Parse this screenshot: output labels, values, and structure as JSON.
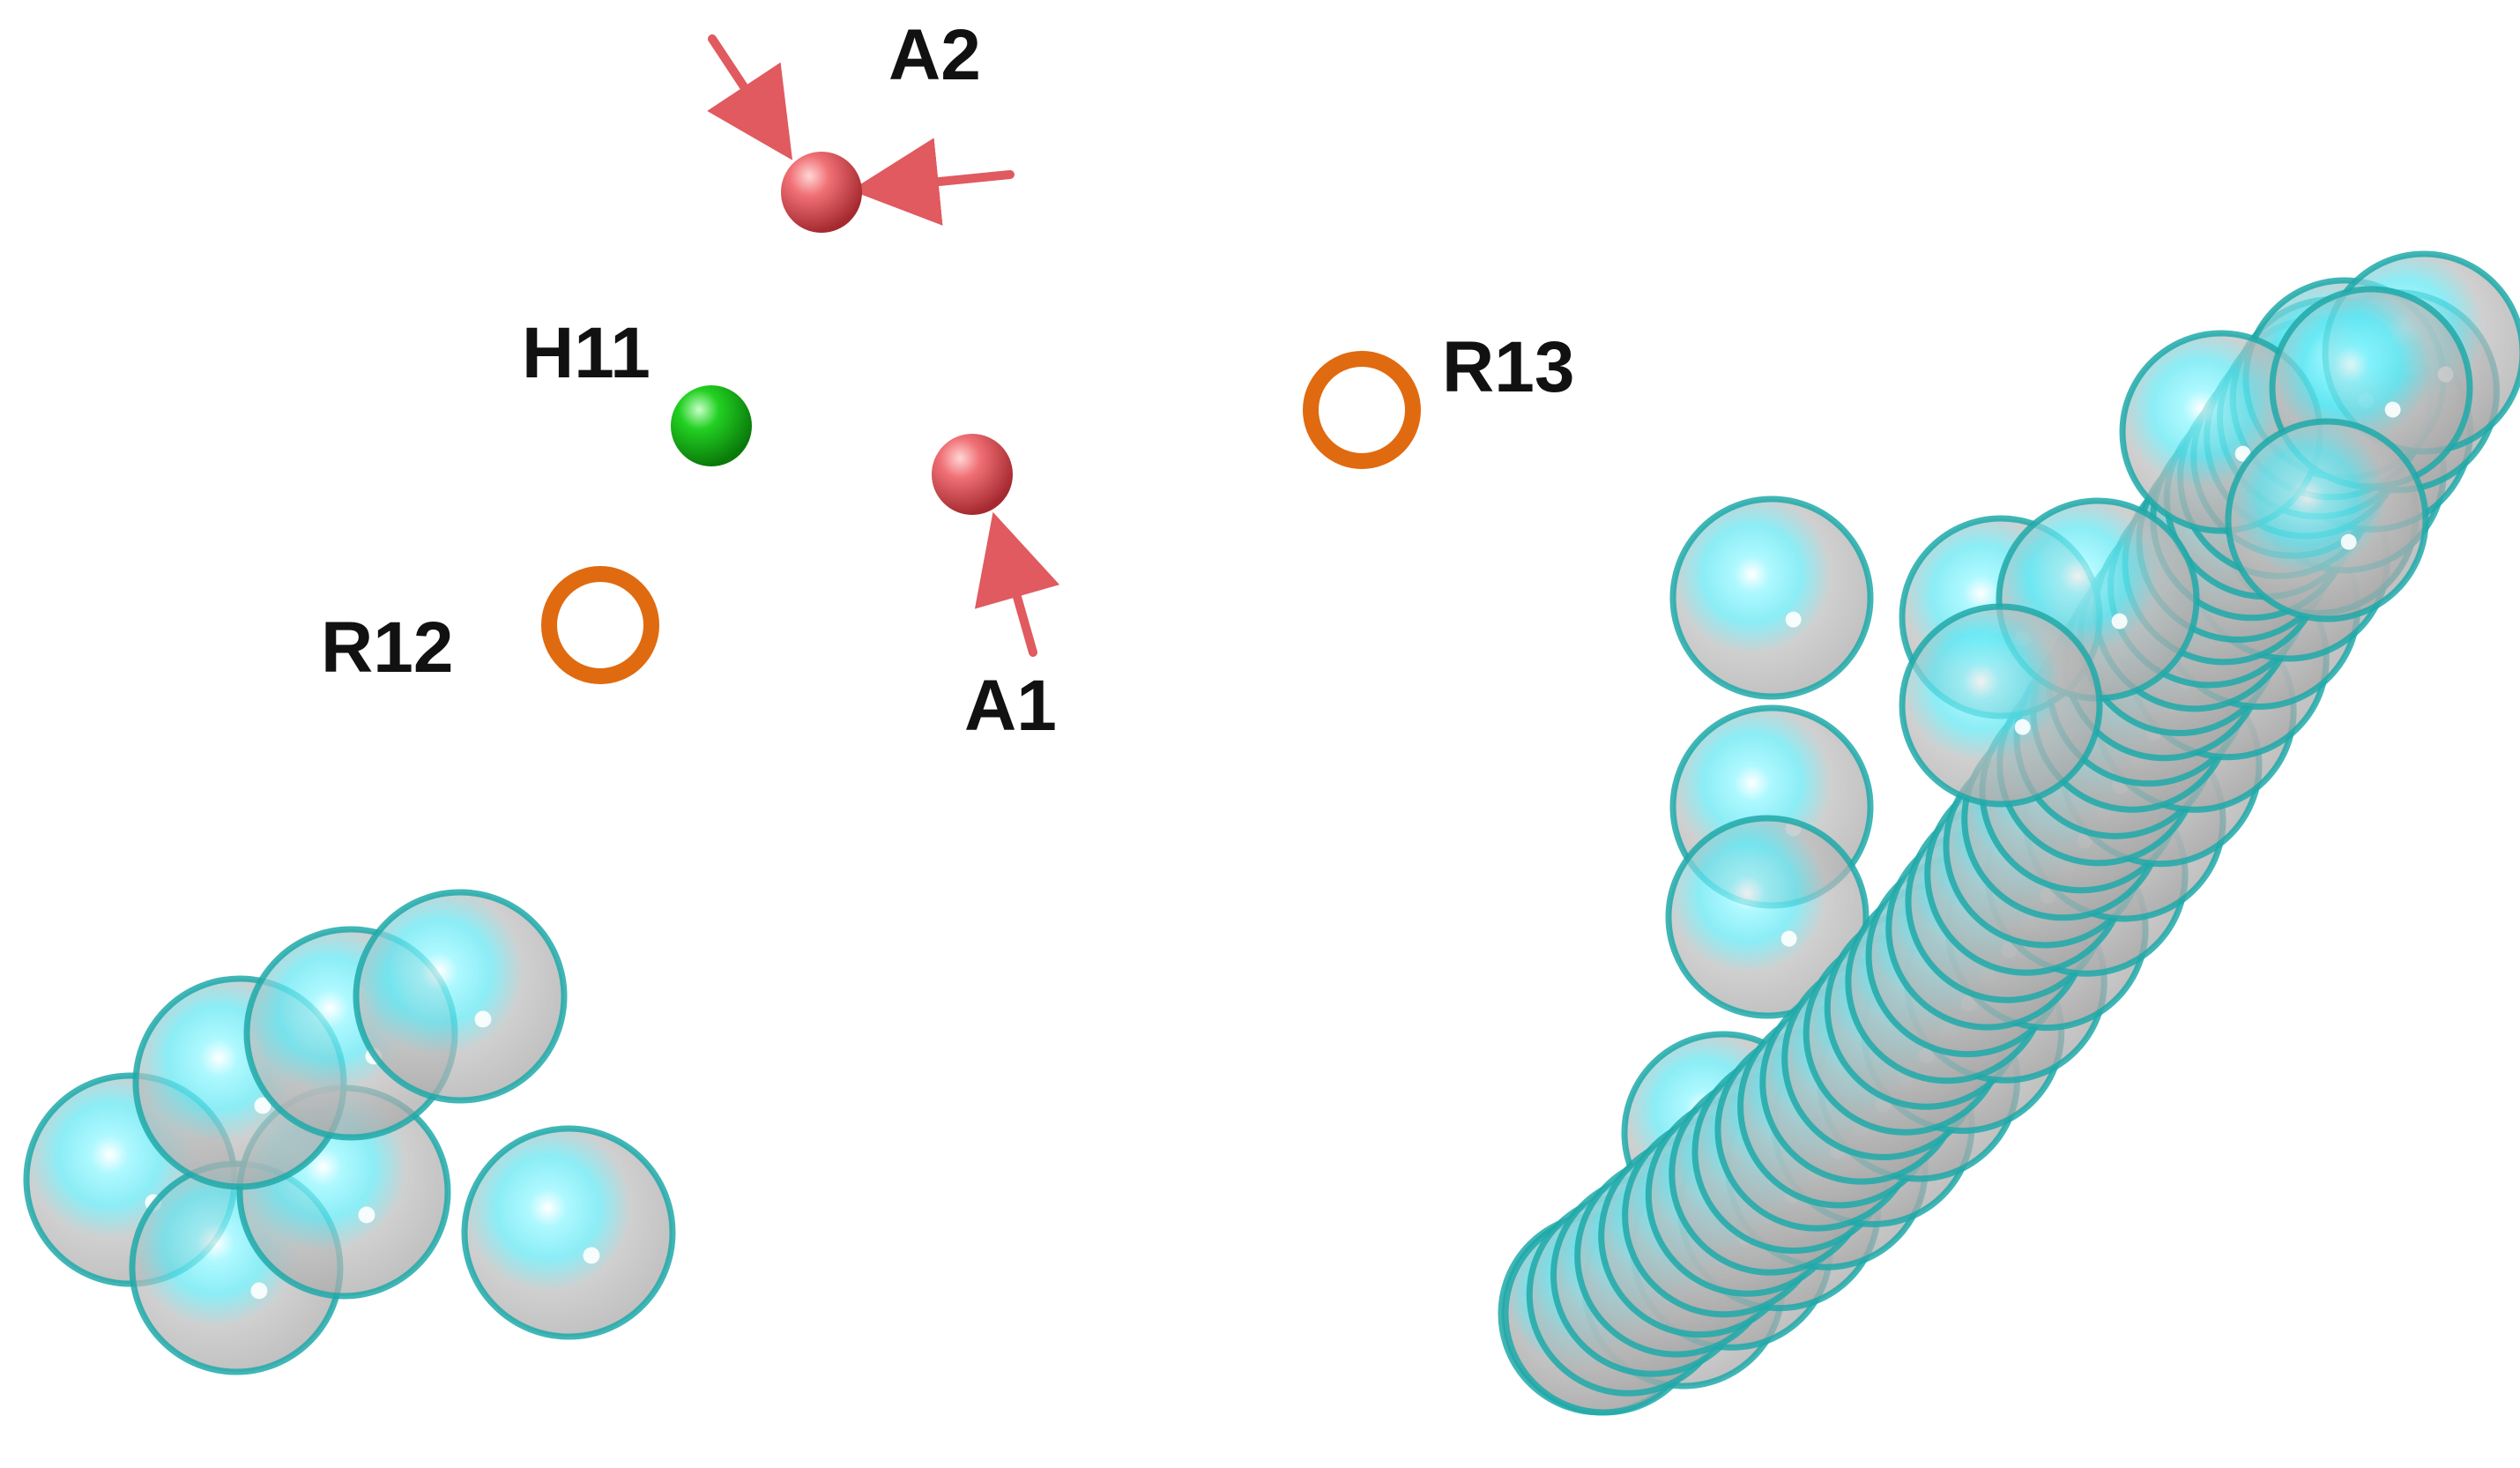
{
  "labels": {
    "a2": "A2",
    "h11": "H11",
    "r13": "R13",
    "r12": "R12",
    "a1": "A1"
  },
  "colors": {
    "acceptor": "#e05a5f",
    "donor": "#22cc22",
    "ring": "#e06a10",
    "arrow": "#e05a5f",
    "excluded_fill": "#bdbdbd",
    "excluded_core": "#7ff3ff",
    "excluded_rim": "#1fa9a9"
  },
  "features": [
    {
      "id": "A2",
      "kind": "hydrogen-bond acceptor"
    },
    {
      "id": "H11",
      "kind": "hydrophobic"
    },
    {
      "id": "A1",
      "kind": "hydrogen-bond acceptor"
    },
    {
      "id": "R12",
      "kind": "aromatic ring"
    },
    {
      "id": "R13",
      "kind": "aromatic ring"
    }
  ],
  "excluded_volumes": "translucent grey spheres with cyan core"
}
